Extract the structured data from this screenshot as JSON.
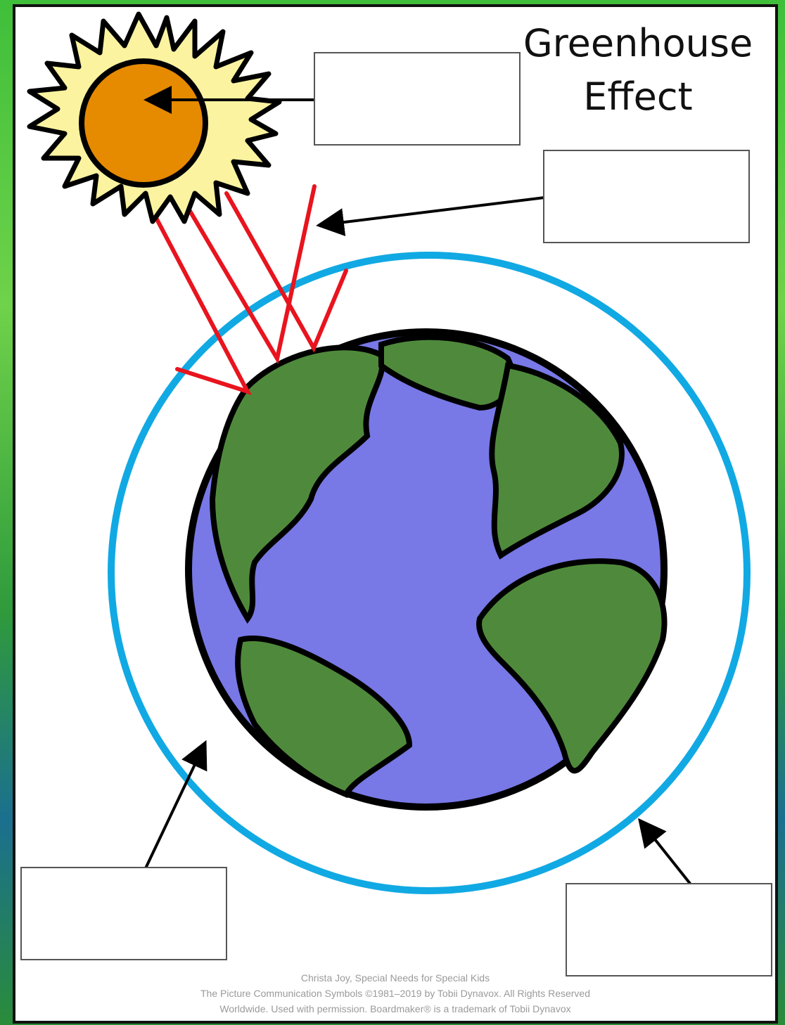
{
  "title": {
    "line1": "Greenhouse",
    "line2": "Effect"
  },
  "label_boxes": [
    {
      "name": "sun-label-box",
      "text": ""
    },
    {
      "name": "incoming-rays-label-box",
      "text": ""
    },
    {
      "name": "atmosphere-label-box",
      "text": ""
    },
    {
      "name": "greenhouse-layer-label-box",
      "text": ""
    }
  ],
  "credits": {
    "line1": "Christa Joy, Special Needs for Special Kids",
    "line2": "The Picture Communication Symbols ©1981–2019 by Tobii Dynavox. All Rights Reserved",
    "line3": "Worldwide. Used with permission. Boardmaker® is a trademark of Tobii Dynavox"
  },
  "colors": {
    "sun_core": "#e68a00",
    "sun_rays": "#fbf3a0",
    "ocean": "#7878e6",
    "land": "#4f8a3c",
    "atmosphere": "#11a9e3",
    "radiation": "#e8141e",
    "frame": "#3fbf3a"
  },
  "icons": [
    "sun-icon",
    "earth-icon"
  ]
}
